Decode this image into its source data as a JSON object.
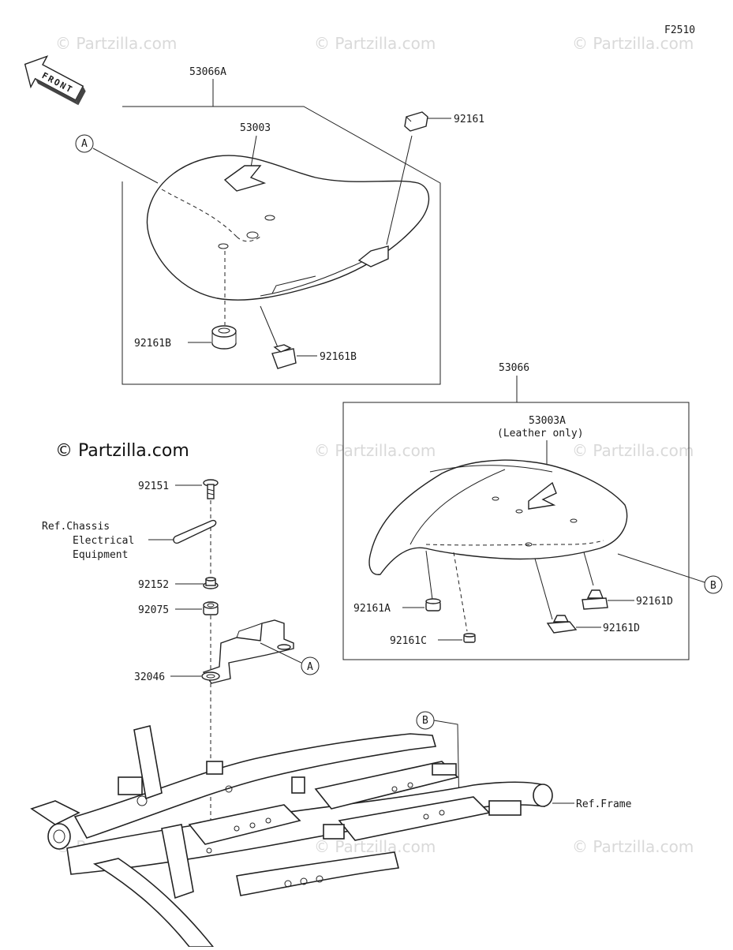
{
  "diagram_code": "F2510",
  "front_arrow_label": "FRONT",
  "watermarks": [
    "© Partzilla.com"
  ],
  "main_watermark": "© Partzilla.com",
  "assemblies": {
    "front_seat": {
      "part": "53066A",
      "cover": "53003",
      "callout": "A"
    },
    "rear_seat": {
      "part": "53066",
      "cover": "53003A",
      "cover_note": "(Leather only)",
      "callout": "B"
    }
  },
  "labels": {
    "p92161": "92161",
    "p92161B_left": "92161B",
    "p92161B_right": "92161B",
    "p92161A": "92161A",
    "p92161C": "92161C",
    "p92161D_top": "92161D",
    "p92161D_bottom": "92161D",
    "p92151": "92151",
    "p92152": "92152",
    "p92075": "92075",
    "p32046": "32046",
    "ref_chassis_1": "Ref.Chassis",
    "ref_chassis_2": "Electrical",
    "ref_chassis_3": "Equipment",
    "ref_frame": "Ref.Frame",
    "callout_a_bracket": "A",
    "callout_b_frame": "B"
  }
}
